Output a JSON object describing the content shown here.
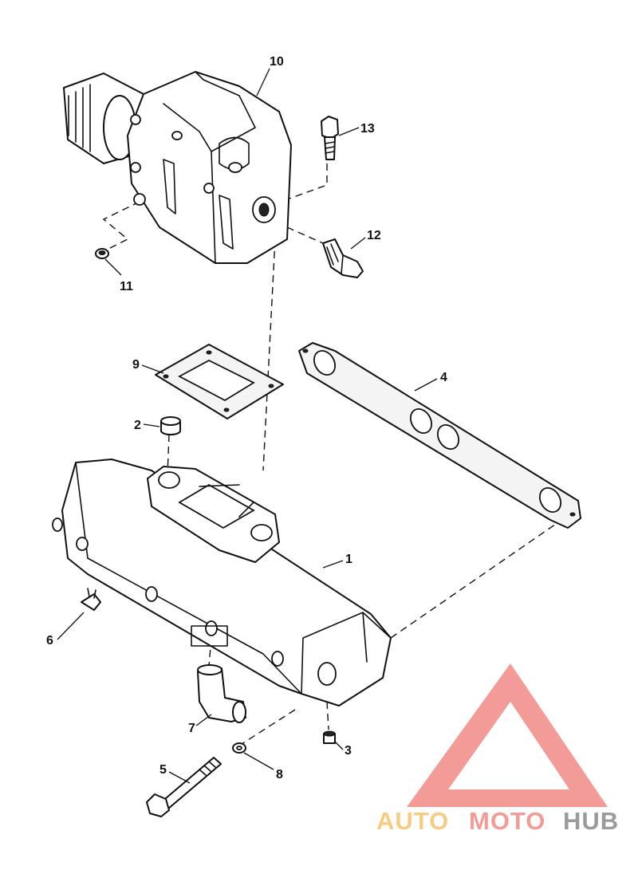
{
  "diagram": {
    "callouts": [
      {
        "id": "1",
        "text": "1"
      },
      {
        "id": "2",
        "text": "2"
      },
      {
        "id": "3",
        "text": "3"
      },
      {
        "id": "4",
        "text": "4"
      },
      {
        "id": "5",
        "text": "5"
      },
      {
        "id": "6",
        "text": "6"
      },
      {
        "id": "7",
        "text": "7"
      },
      {
        "id": "8",
        "text": "8"
      },
      {
        "id": "9",
        "text": "9"
      },
      {
        "id": "10",
        "text": "10"
      },
      {
        "id": "11",
        "text": "11"
      },
      {
        "id": "12",
        "text": "12"
      },
      {
        "id": "13",
        "text": "13"
      }
    ]
  },
  "watermark": {
    "part1": "AUTO",
    "part2": "MOTO",
    "part3": "HUB",
    "color_primary": "#f08a86",
    "color_secondary": "#f7c46a",
    "color_tertiary": "#8a8a8a"
  }
}
